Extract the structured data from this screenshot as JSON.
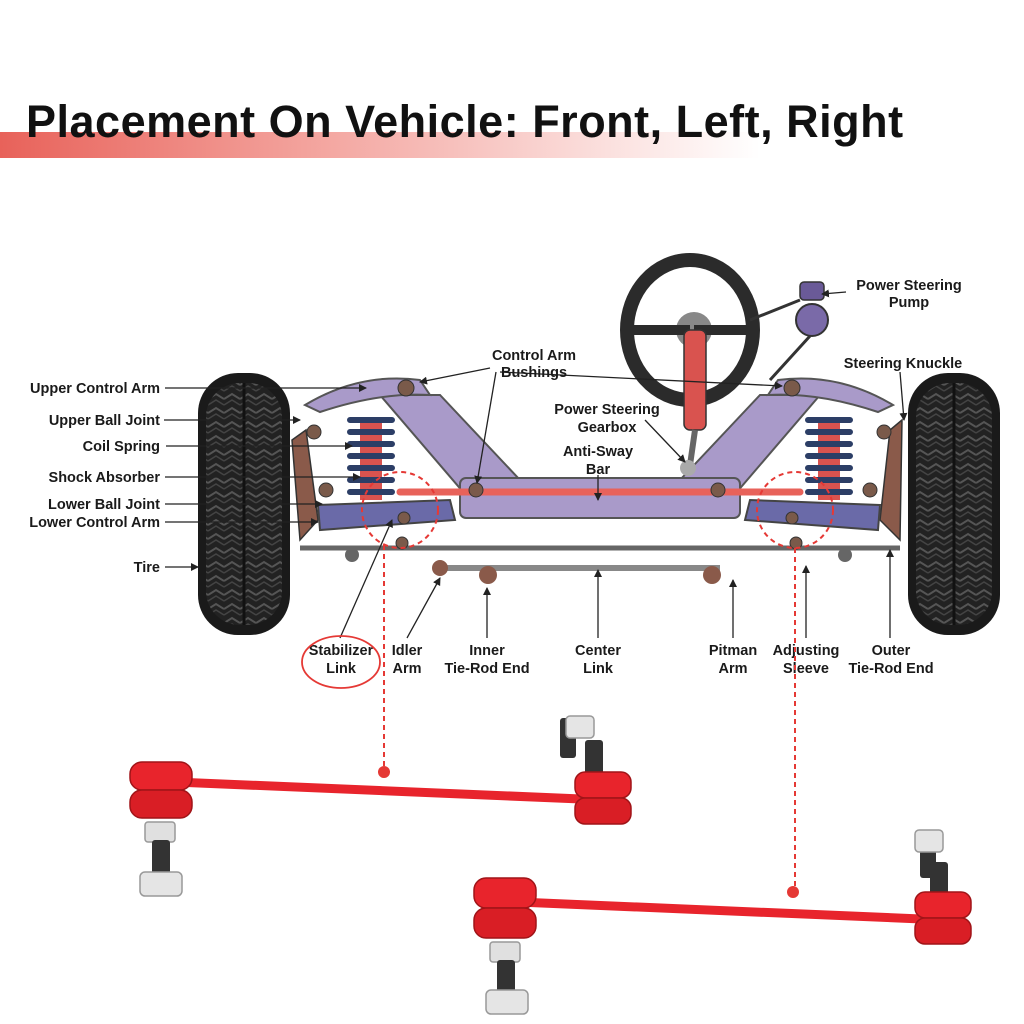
{
  "title": "Placement On Vehicle: Front, Left, Right",
  "colors": {
    "accent": "#e53935",
    "frame": "#a99ac9",
    "tire": "#1e1e1e",
    "link_red": "#e8242c"
  },
  "labels": {
    "upper_control_arm": "Upper Control Arm",
    "upper_ball_joint": "Upper Ball Joint",
    "coil_spring": "Coil Spring",
    "shock_absorber": "Shock Absorber",
    "lower_ball_joint": "Lower Ball Joint",
    "lower_control_arm": "Lower Control Arm",
    "tire": "Tire",
    "control_arm_bushings": [
      "Control Arm",
      "Bushings"
    ],
    "power_steering_gearbox": [
      "Power Steering",
      "Gearbox"
    ],
    "anti_sway_bar": [
      "Anti-Sway",
      "Bar"
    ],
    "power_steering_pump": [
      "Power Steering",
      "Pump"
    ],
    "steering_knuckle": "Steering Knuckle",
    "stabilizer_link": [
      "Stabilizer",
      "Link"
    ],
    "idler_arm": [
      "Idler",
      "Arm"
    ],
    "inner_tie_rod_end": [
      "Inner",
      "Tie-Rod End"
    ],
    "center_link": [
      "Center",
      "Link"
    ],
    "pitman_arm": [
      "Pitman",
      "Arm"
    ],
    "adjusting_sleeve": [
      "Adjusting",
      "Sleeve"
    ],
    "outer_tie_rod_end": [
      "Outer",
      "Tie-Rod End"
    ]
  }
}
